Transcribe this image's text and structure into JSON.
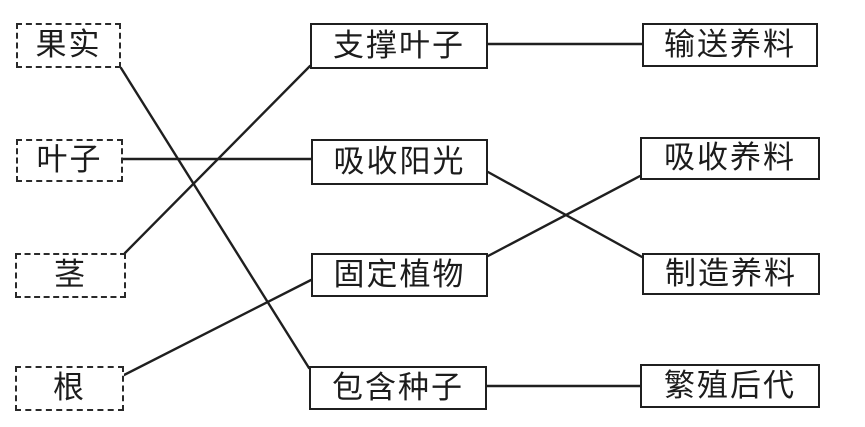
{
  "colors": {
    "ink": "#1f1f1f",
    "background": "#ffffff"
  },
  "diagram": {
    "type": "matching-diagram",
    "left_items": [
      {
        "id": "fruit",
        "label": "果实"
      },
      {
        "id": "leaf",
        "label": "叶子"
      },
      {
        "id": "stem",
        "label": "茎"
      },
      {
        "id": "root",
        "label": "根"
      }
    ],
    "middle_items": [
      {
        "id": "support-leaves",
        "label": "支撑叶子"
      },
      {
        "id": "absorb-sunlight",
        "label": "吸收阳光"
      },
      {
        "id": "anchor-plant",
        "label": "固定植物"
      },
      {
        "id": "contain-seeds",
        "label": "包含种子"
      }
    ],
    "right_items": [
      {
        "id": "transport-nutrients",
        "label": "输送养料"
      },
      {
        "id": "absorb-nutrients",
        "label": "吸收养料"
      },
      {
        "id": "make-nutrients",
        "label": "制造养料"
      },
      {
        "id": "reproduce-offspring",
        "label": "繁殖后代"
      }
    ],
    "connections": [
      {
        "from": "fruit",
        "to": "contain-seeds"
      },
      {
        "from": "leaf",
        "to": "absorb-sunlight"
      },
      {
        "from": "stem",
        "to": "support-leaves"
      },
      {
        "from": "root",
        "to": "anchor-plant"
      },
      {
        "from": "support-leaves",
        "to": "transport-nutrients"
      },
      {
        "from": "absorb-sunlight",
        "to": "make-nutrients"
      },
      {
        "from": "anchor-plant",
        "to": "absorb-nutrients"
      },
      {
        "from": "contain-seeds",
        "to": "reproduce-offspring"
      }
    ]
  }
}
